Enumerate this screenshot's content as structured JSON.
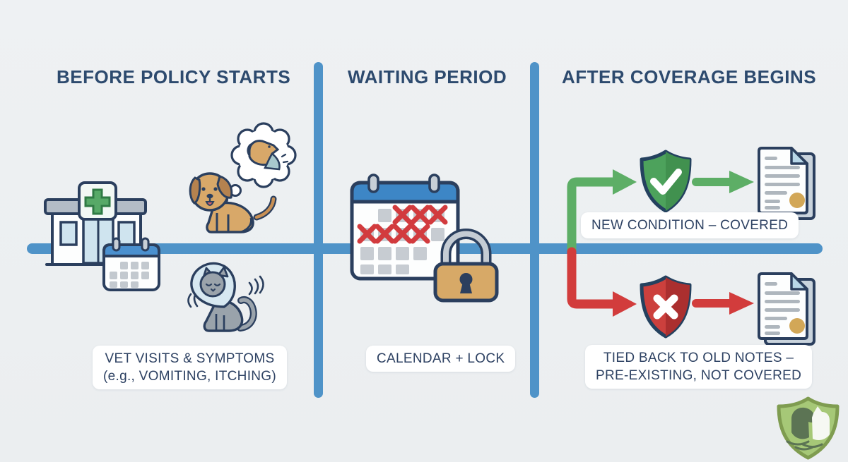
{
  "columns": {
    "before": {
      "title": "BEFORE POLICY STARTS",
      "caption": [
        "VET VISITS & SYMPTOMS",
        "(e.g., VOMITING, ITCHING)"
      ]
    },
    "waiting": {
      "title": "WAITING PERIOD",
      "caption": [
        "CALENDAR + LOCK"
      ]
    },
    "after": {
      "title": "AFTER COVERAGE BEGINS",
      "covered_label": "NEW CONDITION – COVERED",
      "not_covered_label": [
        "TIED BACK TO OLD NOTES –",
        "PRE-EXISTING, NOT COVERED"
      ]
    }
  },
  "colors": {
    "background": "#edf0f2",
    "timeline_blue": "#4f93c8",
    "heading_navy": "#2d4a6e",
    "label_navy": "#2e4263",
    "covered_green": "#5dae66",
    "shield_green": "#4da25c",
    "not_covered_red": "#d23c3c",
    "shield_red": "#c43737",
    "lock_tan": "#d7a967",
    "seal_gold": "#d2a757",
    "logo_green": "#a6c877"
  },
  "icons": [
    "vet-clinic-icon",
    "small-calendar-icon",
    "dog-thought-bubble-icon",
    "cone-cat-icon",
    "waiting-calendar-icon",
    "padlock-icon",
    "green-branch-arrow-icon",
    "check-shield-icon",
    "green-arrow-icon",
    "covered-document-icon",
    "red-branch-arrow-icon",
    "x-shield-icon",
    "red-arrow-icon",
    "not-covered-document-icon",
    "pet-shield-logo-icon"
  ]
}
